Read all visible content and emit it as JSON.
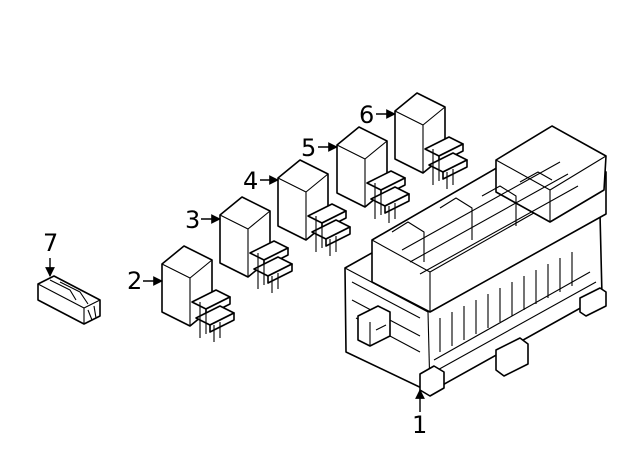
{
  "callouts": {
    "c1": "1",
    "c2": "2",
    "c3": "3",
    "c4": "4",
    "c5": "5",
    "c6": "6",
    "c7": "7"
  },
  "icons": {
    "fuse_box": "fuse-relay-box-icon",
    "relay": "relay-icon",
    "fuse": "fuse-icon"
  },
  "colors": {
    "line": "#000000",
    "background": "#ffffff"
  }
}
